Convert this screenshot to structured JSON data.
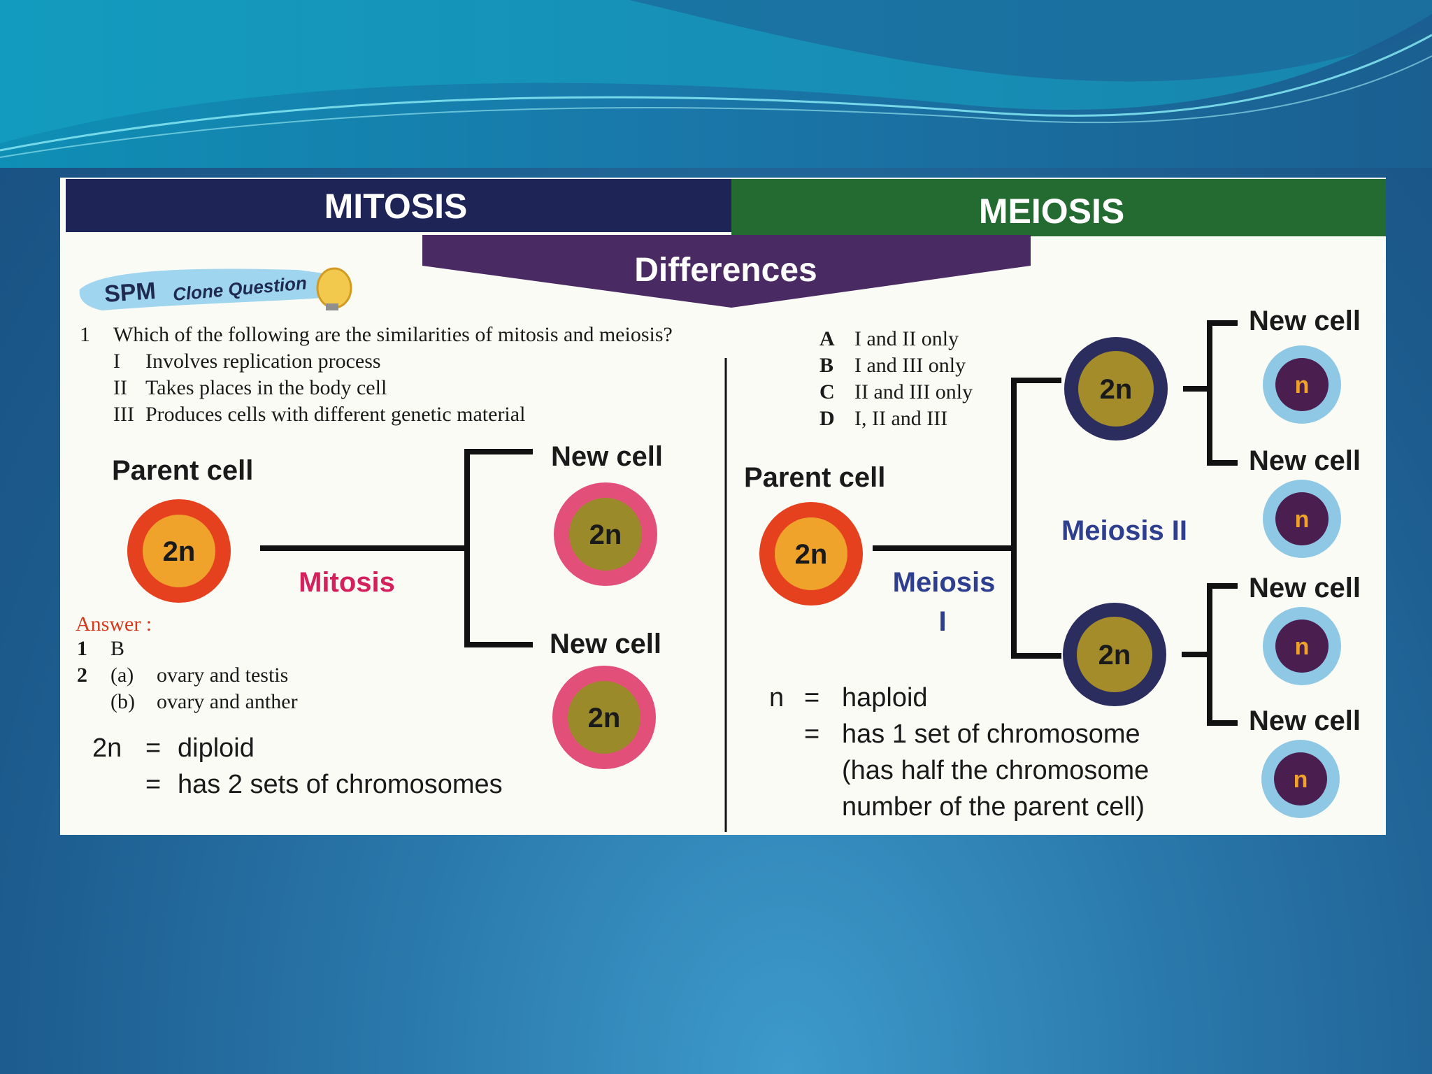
{
  "header": {
    "mitosis_title": "MITOSIS",
    "meiosis_title": "MEIOSIS",
    "differences_label": "Differences"
  },
  "badge": {
    "text_spm": "SPM",
    "text_rest": "Clone Question"
  },
  "question": {
    "number": "1",
    "text": "Which of the following are the similarities of mitosis and meiosis?",
    "statements": [
      {
        "num": "I",
        "text": "Involves replication process"
      },
      {
        "num": "II",
        "text": "Takes places in the body cell"
      },
      {
        "num": "III",
        "text": "Produces cells with different genetic material"
      }
    ],
    "options": [
      {
        "letter": "A",
        "text": "I and II only"
      },
      {
        "letter": "B",
        "text": "I and III only"
      },
      {
        "letter": "C",
        "text": "II and III only"
      },
      {
        "letter": "D",
        "text": "I, II and III"
      }
    ]
  },
  "answer": {
    "heading": "Answer :",
    "q1_num": "1",
    "q1_text": "B",
    "q2_num": "2",
    "q2a_label": "(a)",
    "q2a_text": "ovary and testis",
    "q2b_label": "(b)",
    "q2b_text": "ovary and anther"
  },
  "mitosis": {
    "parent_label": "Parent cell",
    "parent_ploidy": "2n",
    "process_label": "Mitosis",
    "new_cell_label_1": "New cell",
    "new_cell_label_2": "New cell",
    "new_cell_ploidy_1": "2n",
    "new_cell_ploidy_2": "2n",
    "def_symbol": "2n",
    "def_eq_1": "=",
    "def_line_1": "diploid",
    "def_eq_2": "=",
    "def_line_2": "has 2 sets of chromosomes"
  },
  "meiosis": {
    "parent_label": "Parent cell",
    "parent_ploidy": "2n",
    "process_1_label_a": "Meiosis",
    "process_1_label_b": "I",
    "process_2_label": "Meiosis II",
    "intermediate_ploidy_1": "2n",
    "intermediate_ploidy_2": "2n",
    "new_cell_labels": [
      "New cell",
      "New cell",
      "New cell",
      "New cell"
    ],
    "new_cell_ploidy": [
      "n",
      "n",
      "n",
      "n"
    ],
    "def_symbol": "n",
    "def_eq_1": "=",
    "def_line_1": "haploid",
    "def_eq_2": "=",
    "def_line_2": "has 1 set of chromosome",
    "def_line_3": "(has half the chromosome",
    "def_line_4": "number of the parent cell)"
  },
  "colors": {
    "mitosis_header": "#1f2457",
    "meiosis_header": "#246b31",
    "differences_banner": "#4a2a63",
    "parent_outer": "#e5411e",
    "parent_inner": "#f0a32b",
    "mitosis_child_outer": "#e2507a",
    "mitosis_child_inner": "#9a8a2a",
    "meiosis_mid_outer": "#2b2d5e",
    "meiosis_mid_inner": "#a48c2a",
    "haploid_outer": "#8fc8e4",
    "haploid_inner": "#4a1f4f",
    "mitosis_label": "#d4205c",
    "meiosis_label": "#2e3f8f",
    "answer_heading": "#d63a1a"
  }
}
